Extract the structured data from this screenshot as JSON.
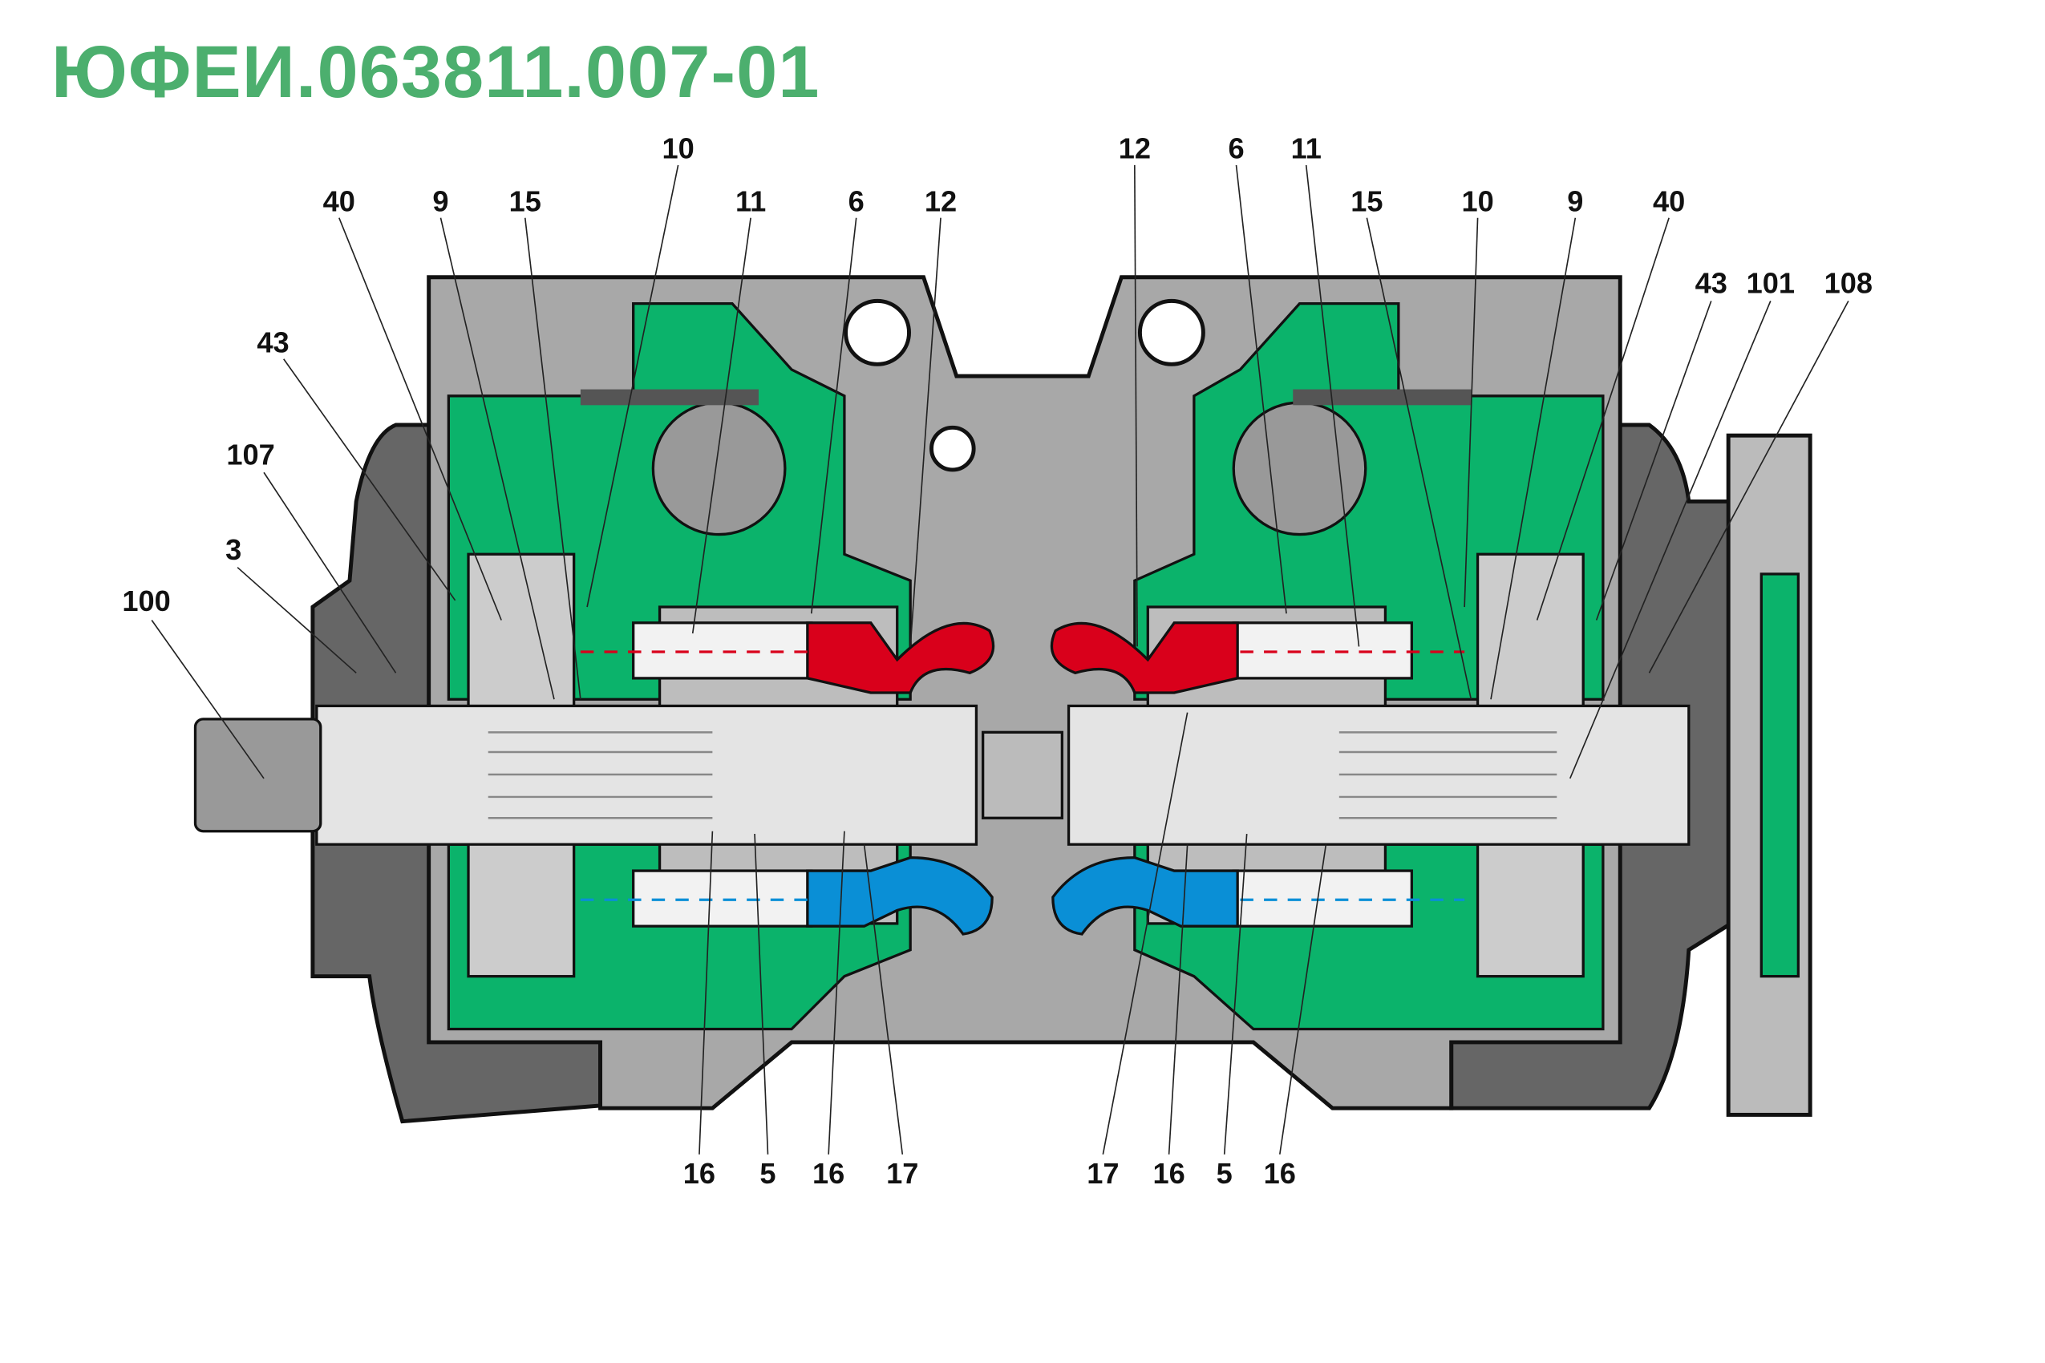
{
  "title": "ЮФЕИ.063811.007-01",
  "colors": {
    "title": "#4caf6e",
    "housing": "#a8a8a8",
    "green": "#0bb36b",
    "pressure": "#d9001b",
    "suction": "#0a8fd6"
  },
  "labels": {
    "left_top": [
      "40",
      "9",
      "15",
      "10",
      "11",
      "6",
      "12"
    ],
    "right_top": [
      "12",
      "6",
      "11",
      "15",
      "10",
      "9",
      "40",
      "43",
      "101",
      "108"
    ],
    "left_side": [
      "43",
      "107",
      "3",
      "100"
    ],
    "bottom_left": [
      "16",
      "5",
      "16",
      "17"
    ],
    "bottom_right": [
      "17",
      "16",
      "5",
      "16"
    ]
  }
}
